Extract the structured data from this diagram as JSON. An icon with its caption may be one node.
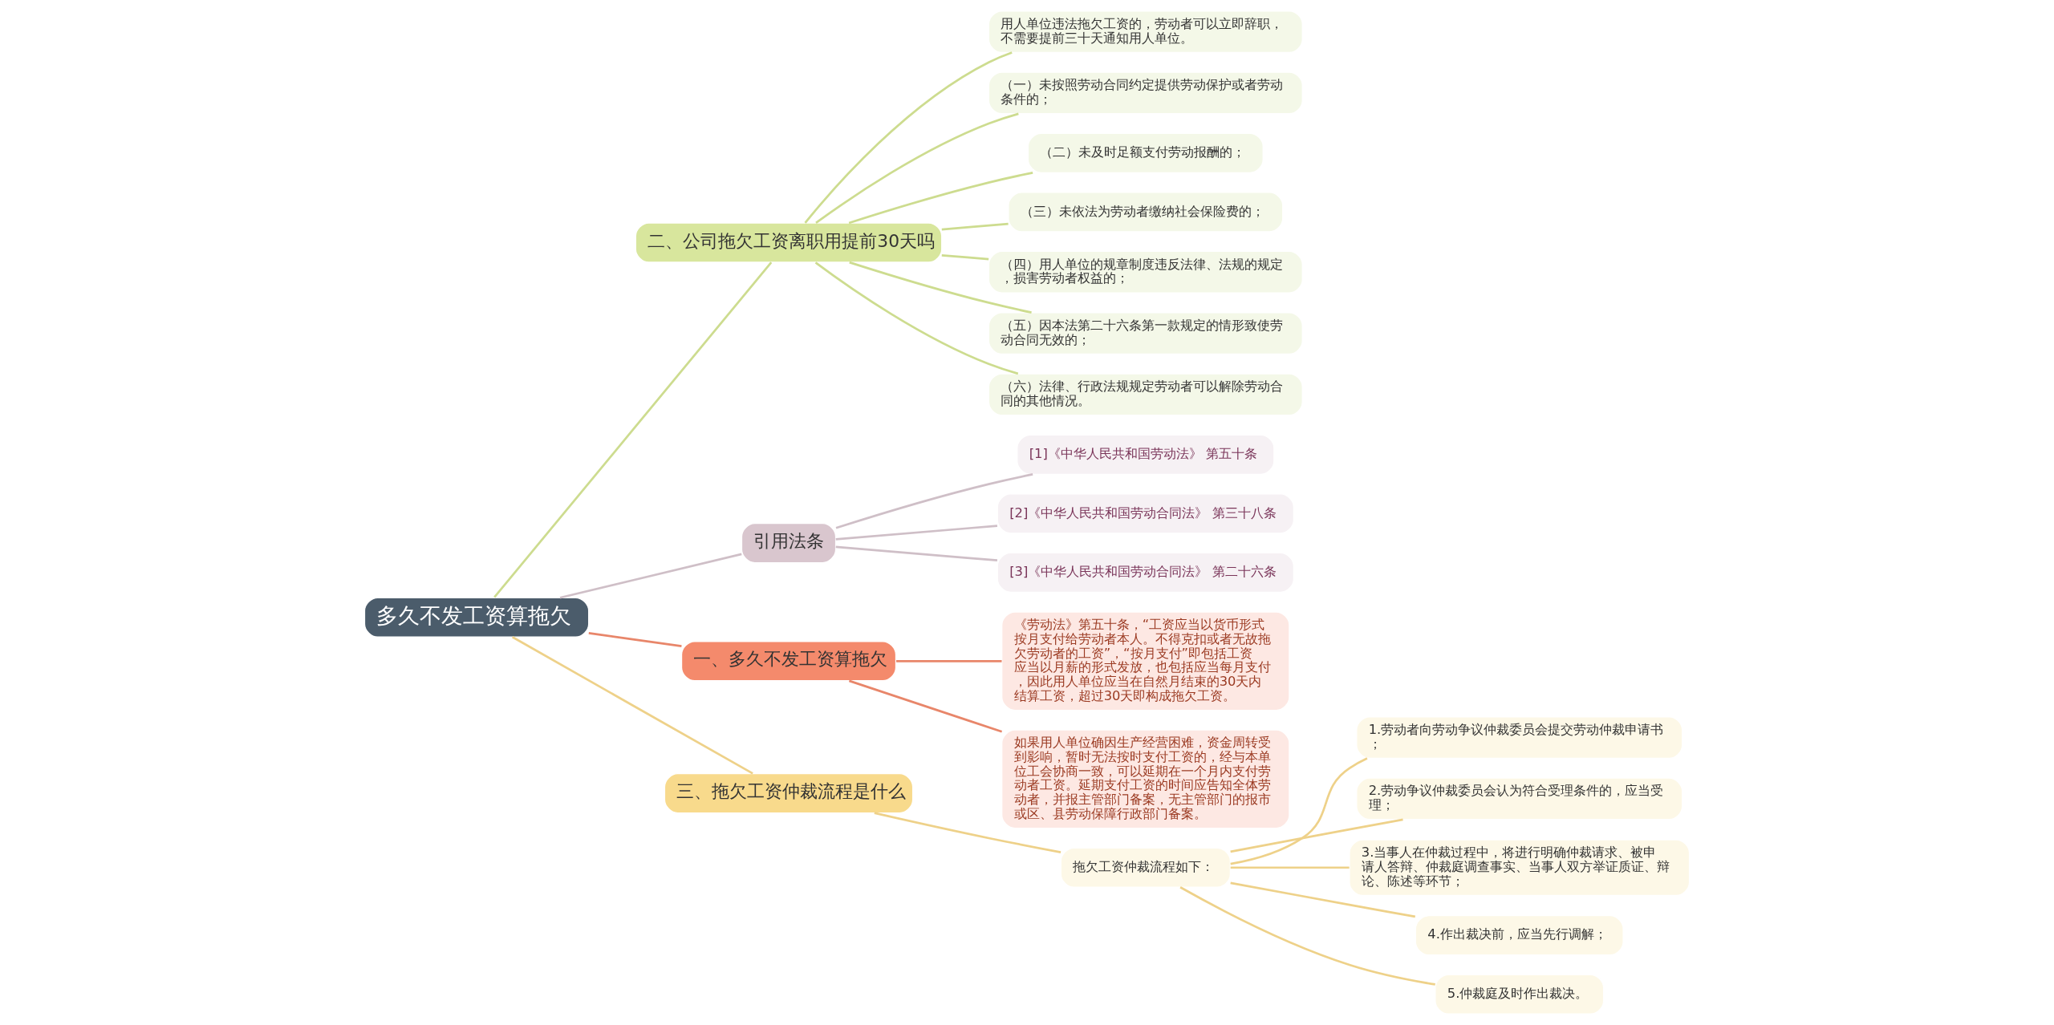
{
  "diagram": {
    "nodes": [
      {
        "text": [
          "多久不发工资算拖欠"
        ]
      },
      {
        "text": [
          "二、公司拖欠工资离职用提前30天吗"
        ]
      },
      {
        "text": [
          "用人单位违法拖欠工资的，劳动者可以立即辞职，不需要提前三十天通知用人单位。"
        ]
      },
      {
        "text": [
          "（一）未按照劳动合同约定提供劳动保护或者劳动条件的；"
        ]
      },
      {
        "text": [
          "（二）未及时足额支付劳动报酬的；"
        ]
      },
      {
        "text": [
          "（三）未依法为劳动者缴纳社会保险费的；"
        ]
      },
      {
        "text": [
          "（四）用人单位的规章制度违反法律、法规的规定，损害劳动者权益的；"
        ]
      },
      {
        "text": [
          "（五）因本法第二十六条第一款规定的情形致使劳动合同无效的；"
        ]
      },
      {
        "text": [
          "（六）法律、行政法规规定劳动者可以解除劳动合同的其他情况。"
        ]
      },
      {
        "text": [
          "引用法条"
        ]
      },
      {
        "text": [
          "[1]《中华人民共和国劳动法》 第五十条"
        ]
      },
      {
        "text": [
          "[2]《中华人民共和国劳动合同法》 第三十八条"
        ]
      },
      {
        "text": [
          "[3]《中华人民共和国劳动合同法》 第二十六条"
        ]
      },
      {
        "text": [
          "一、多久不发工资算拖欠"
        ]
      },
      {
        "text": [
          "《劳动法》第五十条，“工资应当以货币形式按月支付给劳动者本人。不得克扣或者无故拖欠劳动者的工资”，“按月支付”即包括工资应当以月薪的形式发放，也包括应当每月支付，因此用人单位应当在自然月结束的30天内结算工资，超过30天即构成拖欠工资。"
        ]
      },
      {
        "text": [
          "如果用人单位确因生产经营困难，资金周转受到影响，暂时无法按时支付工资的，经与本单位工会协商一致，可以延期在一个月内支付劳动者工资。延期支付工资的时间应告知全体劳动者，并报主管部门备案，无主管部门的报市或区、县劳动保障行政部门备案。"
        ]
      },
      {
        "text": [
          "三、拖欠工资仲裁流程是什么"
        ]
      },
      {
        "text": [
          "拖欠工资仲裁流程如下："
        ]
      },
      {
        "text": [
          "1.劳动者向劳动争议仲裁委员会提交劳动仲裁申请书；"
        ]
      },
      {
        "text": [
          "2.劳动争议仲裁委员会认为符合受理条件的，应当受理；"
        ]
      },
      {
        "text": [
          "3.当事人在仲裁过程中，将进行明确仲裁请求、被申请人答辩、仲裁庭调查事实、当事人双方举证质证、辩论、陈述等环节；"
        ]
      },
      {
        "text": [
          "4.作出裁决前，应当先行调解；"
        ]
      },
      {
        "text": [
          "5.仲裁庭及时作出裁决。"
        ]
      }
    ],
    "edges": [
      {
        "from": 0,
        "to": 1,
        "arrow": "none",
        "color": "#cddc8f"
      },
      {
        "from": 1,
        "to": 2,
        "arrow": "none",
        "color": "#cddc8f"
      },
      {
        "from": 1,
        "to": 3,
        "arrow": "none",
        "color": "#cddc8f"
      },
      {
        "from": 1,
        "to": 4,
        "arrow": "none",
        "color": "#cddc8f"
      },
      {
        "from": 1,
        "to": 5,
        "arrow": "none",
        "color": "#cddc8f"
      },
      {
        "from": 1,
        "to": 6,
        "arrow": "none",
        "color": "#cddc8f"
      },
      {
        "from": 1,
        "to": 7,
        "arrow": "none",
        "color": "#cddc8f"
      },
      {
        "from": 1,
        "to": 8,
        "arrow": "none",
        "color": "#cddc8f"
      },
      {
        "from": 0,
        "to": 9,
        "arrow": "none",
        "color": "#cfbfc7"
      },
      {
        "from": 9,
        "to": 10,
        "arrow": "none",
        "color": "#cfbfc7"
      },
      {
        "from": 9,
        "to": 11,
        "arrow": "none",
        "color": "#cfbfc7"
      },
      {
        "from": 9,
        "to": 12,
        "arrow": "none",
        "color": "#cfbfc7"
      },
      {
        "from": 0,
        "to": 13,
        "arrow": "none",
        "color": "#e8866a"
      },
      {
        "from": 13,
        "to": 14,
        "arrow": "none",
        "color": "#e8866a"
      },
      {
        "from": 13,
        "to": 15,
        "arrow": "none",
        "color": "#e8866a"
      },
      {
        "from": 0,
        "to": 16,
        "arrow": "none",
        "color": "#eed189"
      },
      {
        "from": 16,
        "to": 17,
        "arrow": "none",
        "color": "#eed189"
      },
      {
        "from": 17,
        "to": 18,
        "arrow": "none",
        "color": "#eed189"
      },
      {
        "from": 17,
        "to": 19,
        "arrow": "none",
        "color": "#eed189"
      },
      {
        "from": 17,
        "to": 20,
        "arrow": "none",
        "color": "#eed189"
      },
      {
        "from": 17,
        "to": 21,
        "arrow": "none",
        "color": "#eed189"
      },
      {
        "from": 17,
        "to": 22,
        "arrow": "none",
        "color": "#eed189"
      }
    ]
  }
}
